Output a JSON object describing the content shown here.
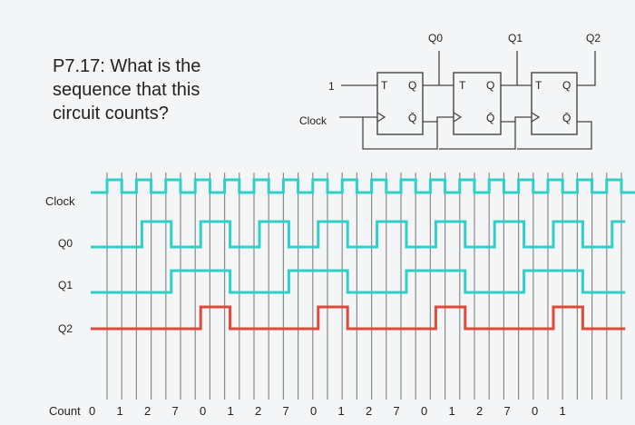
{
  "question": {
    "line1": "P7.17: What is the",
    "line2": "sequence that this",
    "line3": "circuit counts?"
  },
  "circuit": {
    "input_one": "1",
    "clock_label": "Clock",
    "pin_t": "T",
    "pin_q": "Q",
    "pin_qbar": "Q̄",
    "outputs": [
      "Q0",
      "Q1",
      "Q2"
    ]
  },
  "timing": {
    "signal_labels": [
      "Clock",
      "Q0",
      "Q1",
      "Q2"
    ],
    "count_label": "Count",
    "count_values": [
      "0",
      "1",
      "2",
      "7",
      "0",
      "1",
      "2",
      "7",
      "0",
      "1",
      "2",
      "7",
      "0",
      "1",
      "2",
      "7",
      "0",
      "1"
    ],
    "colors": {
      "clock": "#2fd0c8",
      "q0": "#2fd0c8",
      "q1": "#2fd0c8",
      "q2": "#e04a3a"
    }
  },
  "chart_data": {
    "type": "timing",
    "x": [
      0,
      1,
      2,
      3,
      4,
      5,
      6,
      7,
      8,
      9,
      10,
      11,
      12,
      13,
      14,
      15,
      16,
      17
    ],
    "series": [
      {
        "name": "Q0",
        "values": [
          0,
          1,
          0,
          1,
          0,
          1,
          0,
          1,
          0,
          1,
          0,
          1,
          0,
          1,
          0,
          1,
          0,
          1
        ]
      },
      {
        "name": "Q1",
        "values": [
          0,
          0,
          1,
          1,
          0,
          0,
          1,
          1,
          0,
          0,
          1,
          1,
          0,
          0,
          1,
          1,
          0,
          0
        ]
      },
      {
        "name": "Q2",
        "values": [
          0,
          0,
          0,
          1,
          0,
          0,
          0,
          1,
          0,
          0,
          0,
          1,
          0,
          0,
          0,
          1,
          0,
          0
        ]
      }
    ],
    "count": [
      0,
      1,
      2,
      7,
      0,
      1,
      2,
      7,
      0,
      1,
      2,
      7,
      0,
      1,
      2,
      7,
      0,
      1
    ]
  }
}
